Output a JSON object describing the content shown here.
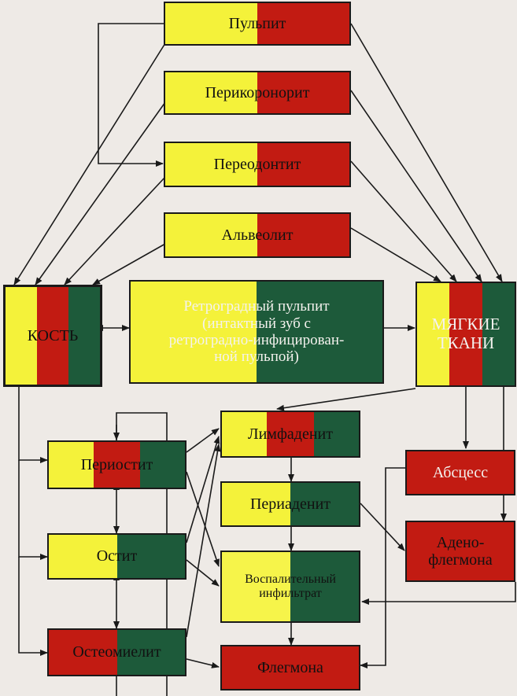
{
  "nodes": [
    {
      "id": "pulpit",
      "label": "Пульпит",
      "colors": [
        "y",
        "r"
      ]
    },
    {
      "id": "perikoronorit",
      "label": "Перикоронорит",
      "colors": [
        "y",
        "r"
      ]
    },
    {
      "id": "periodontit",
      "label": "Переодонтит",
      "colors": [
        "y",
        "r"
      ]
    },
    {
      "id": "alveolit",
      "label": "Альвеолит",
      "colors": [
        "y",
        "r"
      ]
    },
    {
      "id": "kost",
      "label": "КОСТЬ",
      "colors": [
        "y",
        "r",
        "g"
      ]
    },
    {
      "id": "retro",
      "label": "Ретроградный пульпит\n(интактный зуб с\nретроградно-инфицирован-\nной пульпой)",
      "colors": [
        "y",
        "g"
      ]
    },
    {
      "id": "myagkie",
      "label": "МЯГКИЕ\nТКАНИ",
      "colors": [
        "y",
        "r",
        "g"
      ]
    },
    {
      "id": "limfadenit",
      "label": "Лимфаденит",
      "colors": [
        "y",
        "r",
        "g"
      ]
    },
    {
      "id": "periostit",
      "label": "Периостит",
      "colors": [
        "y",
        "r",
        "g"
      ]
    },
    {
      "id": "abscess",
      "label": "Абсцесс",
      "colors": [
        "r"
      ]
    },
    {
      "id": "periadenit",
      "label": "Периаденит",
      "colors": [
        "y",
        "g"
      ]
    },
    {
      "id": "adenoflegmona",
      "label": "Адено-\nфлегмона",
      "colors": [
        "r"
      ]
    },
    {
      "id": "ostit",
      "label": "Остит",
      "colors": [
        "y",
        "g"
      ]
    },
    {
      "id": "infiltrat",
      "label": "Воспалительный\nинфильтрат",
      "colors": [
        "y",
        "g"
      ]
    },
    {
      "id": "osteomielit",
      "label": "Остеомиелит",
      "colors": [
        "r",
        "g"
      ]
    },
    {
      "id": "flegmona",
      "label": "Флегмона",
      "colors": [
        "r"
      ]
    }
  ]
}
